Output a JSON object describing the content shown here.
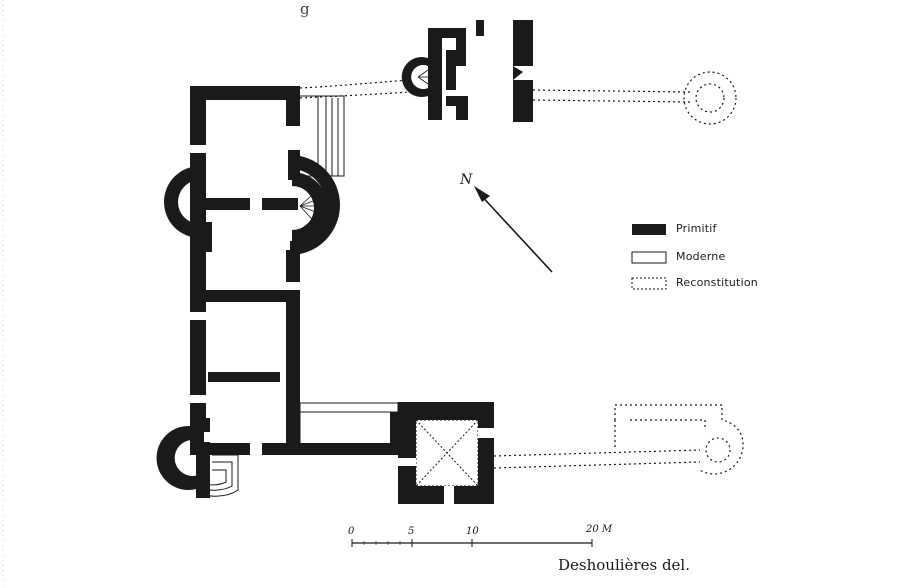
{
  "header_fragment": "g",
  "compass": {
    "label": "N"
  },
  "legend": {
    "items": [
      {
        "key": "primitif",
        "label": "Primitif",
        "style": "solid-black"
      },
      {
        "key": "moderne",
        "label": "Moderne",
        "style": "outline"
      },
      {
        "key": "reconstitution",
        "label": "Reconstitution",
        "style": "dotted"
      }
    ]
  },
  "scale": {
    "ticks": [
      "0",
      "5",
      "10",
      "20 M"
    ]
  },
  "credit": "Deshoulières del.",
  "colors": {
    "ink": "#1a1a1a",
    "paper": "#ffffff"
  }
}
